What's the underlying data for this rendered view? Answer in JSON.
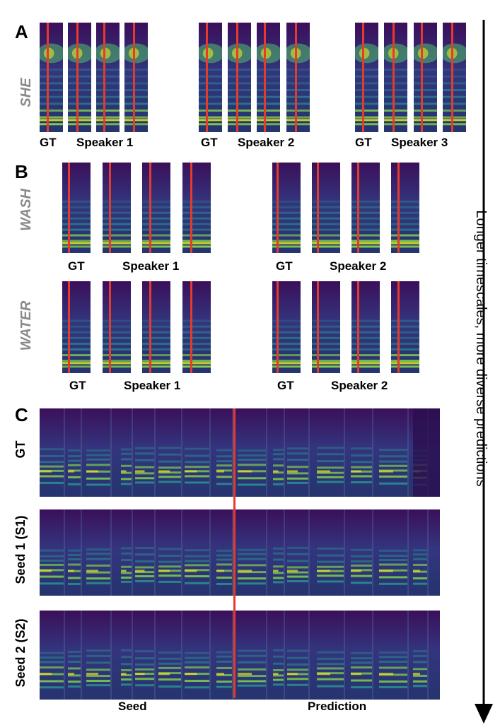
{
  "panels": {
    "a": {
      "letter": "A",
      "word": "SHE",
      "captions": {
        "g1_gt": "GT",
        "g1_speaker": "Speaker 1",
        "g2_gt": "GT",
        "g2_speaker": "Speaker 2",
        "g3_gt": "GT",
        "g3_speaker": "Speaker 3"
      }
    },
    "b": {
      "letter": "B",
      "word_wash": "WASH",
      "word_water": "WATER",
      "captions": {
        "wash_l_gt": "GT",
        "wash_l_speaker": "Speaker 1",
        "wash_r_gt": "GT",
        "wash_r_speaker": "Speaker 2",
        "water_l_gt": "GT",
        "water_l_speaker": "Speaker 1",
        "water_r_gt": "GT",
        "water_r_speaker": "Speaker 2"
      }
    },
    "c": {
      "letter": "C",
      "rows": [
        "GT",
        "Seed 1 (S1)",
        "Seed 2 (S2)"
      ],
      "x_seed": "Seed",
      "x_prediction": "Prediction"
    }
  },
  "side_arrow_label": "Longer timescales, more diverse predictions",
  "colors": {
    "bg_dark": "#3b0f5a",
    "bg_mid": "#33357e",
    "band": "#2a8a8d",
    "band_bright": "#7fd04e",
    "peak": "#e9e51f",
    "marker": "#e53b2c",
    "arrow": "#000000"
  }
}
